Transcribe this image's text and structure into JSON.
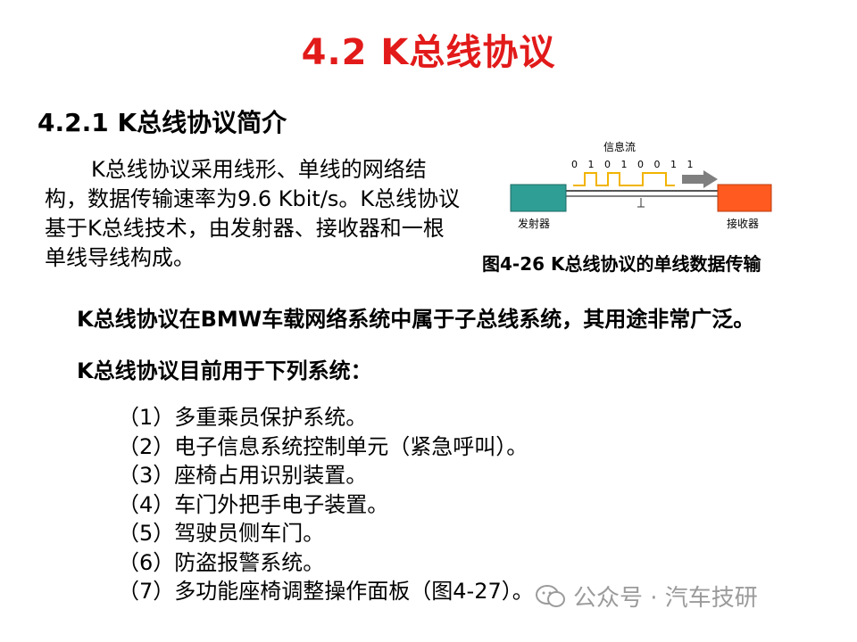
{
  "title": "4.2  K总线协议",
  "subtitle": "4.2.1 K总线协议简介",
  "intro": "K总线协议采用线形、单线的网络结构，数据传输速率为9.6 Kbit/s。K总线协议基于K总线技术，由发射器、接收器和一根单线导线构成。",
  "figure": {
    "flow_label": "信息流",
    "bits": "0 1 0 1 0 0 1 1",
    "transmitter": "发射器",
    "receiver": "接收器",
    "caption": "图4-26  K总线协议的单线数据传输",
    "colors": {
      "transmitter": "#2f9e95",
      "receiver": "#ff5a1f",
      "signal": "#f2b400"
    }
  },
  "paragraph1": "K总线协议在BMW车载网络系统中属于子总线系统，其用途非常广泛。",
  "paragraph2": "K总线协议目前用于下列系统：",
  "list": [
    "（1）多重乘员保护系统。",
    "（2）电子信息系统控制单元（紧急呼叫）。",
    "（3）座椅占用识别装置。",
    "（4）车门外把手电子装置。",
    "（5）驾驶员侧车门。",
    "（6）防盗报警系统。",
    "（7）多功能座椅调整操作面板（图4-27）。"
  ],
  "watermark": "公众号 · 汽车技研"
}
